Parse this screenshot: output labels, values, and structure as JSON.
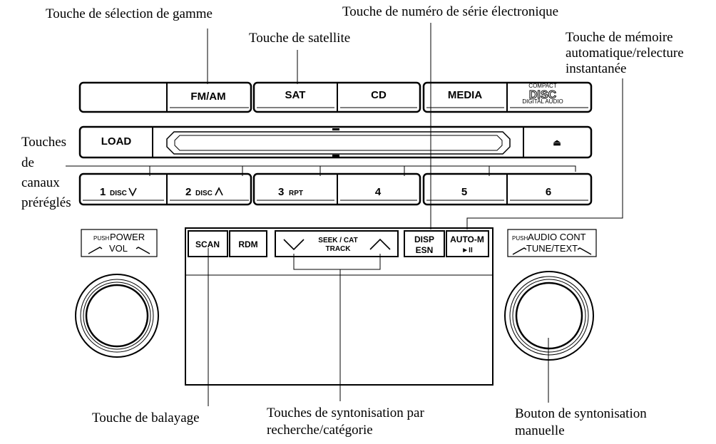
{
  "labels": {
    "band": "Touche de sélection de gamme",
    "esn": "Touche de numéro de série électronique",
    "satellite": "Touche de satellite",
    "automem_1": "Touche de mémoire",
    "automem_2": "automatique/relecture",
    "automem_3": "instantanée",
    "presets_1": "Touches",
    "presets_2": "de",
    "presets_3": "canaux",
    "presets_4": "préréglés",
    "scan": "Touche de balayage",
    "seek_1": "Touches de syntonisation par",
    "seek_2": "recherche/catégorie",
    "tune_1": "Bouton de syntonisation",
    "tune_2": "manuelle"
  },
  "buttons": {
    "fmam": "FM/AM",
    "sat": "SAT",
    "cd": "CD",
    "media": "MEDIA",
    "load": "LOAD",
    "eject": "⏏",
    "p1_num": "1",
    "p1_sub": "DISC",
    "p2_num": "2",
    "p2_sub": "DISC",
    "p3_num": "3",
    "p3_sub": "RPT",
    "p4_num": "4",
    "p5_num": "5",
    "p6_num": "6",
    "scan": "SCAN",
    "rdm": "RDM",
    "seek_1": "SEEK / CAT",
    "seek_2": "TRACK",
    "disp": "DISP",
    "esn": "ESN",
    "autom": "AUTO-M",
    "playpause": "►II"
  },
  "knobs": {
    "left_push": "PUSH",
    "left_power": "POWER",
    "left_vol": "VOL",
    "right_push": "PUSH",
    "right_audio": "AUDIO CONT",
    "right_tune": "TUNE/TEXT"
  },
  "logo": {
    "compact": "COMPACT",
    "disc": "DISC",
    "digital": "DIGITAL AUDIO"
  }
}
